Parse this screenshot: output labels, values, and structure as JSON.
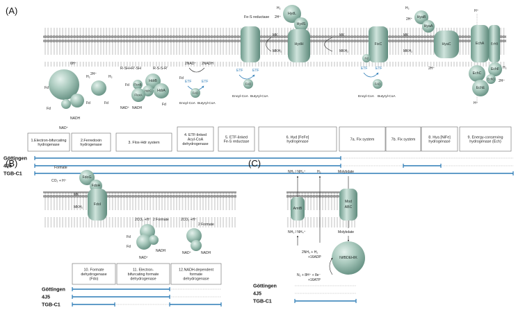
{
  "panels": {
    "a": {
      "label": "(A)",
      "boxes": [
        [
          "1.Electron-bifurcating",
          "hydrogenase"
        ],
        [
          "2.Ferredoxin",
          "hydrogenase"
        ],
        [
          "3. Flox-Hdr system"
        ],
        [
          "4. ETF-linked",
          "Acyl-CoA",
          "dehydrogenase"
        ],
        [
          "5. ETF-linked",
          "Fe-S reductase"
        ],
        [
          "6. Hyd [FeFe]",
          "hydrogenase"
        ],
        [
          "7a. Fix system"
        ],
        [
          "7b. Fix system"
        ],
        [
          "8. Hya [NiFe]",
          "hydrogenase"
        ],
        [
          "9. Energy-conserving",
          "hydrogenase (Ech)"
        ]
      ],
      "strains": [
        "Göttingen",
        "4J5",
        "TGB-C1"
      ],
      "texts": {
        "fes_reductase": "Fe-S reductase",
        "mk": "MK",
        "mkh2": "MKH₂",
        "h2": "H₂",
        "twoH": "2H⁺",
        "sixH": "6H⁺",
        "nadh": "NADH",
        "nadp": "NAD⁺",
        "fdred": "Fd",
        "fdsub_red": "red",
        "fdsub_ox": "ox",
        "rsh": "R-SH+R'-SH",
        "rssr": "R-S-S-R'",
        "twonad": "2NAD⁺",
        "twonadh": "2NADH",
        "enoyl": "Enoyl-CoA",
        "butyryl": "Butyryl-CoA",
        "etf": "ETF",
        "fad": "FAD",
        "hplus": "H⁺",
        "twoHb": "2H⁺"
      },
      "proteins": [
        "HydL",
        "HydS",
        "HydH",
        "FixC",
        "HyaB",
        "HyaA",
        "HyaC",
        "EchA",
        "EchB",
        "EchC",
        "EchF",
        "EchD",
        "EchE",
        "HdrB",
        "HdrA",
        "HdrC",
        "FloxA",
        "FloxB",
        "FloxC",
        "Fd"
      ]
    },
    "b": {
      "label": "(B)",
      "boxes": [
        [
          "10. Formate",
          "dehydrogenase",
          "(Fdo)"
        ],
        [
          "11. Electron-",
          "bifurcating formate",
          "dehydrogenase"
        ],
        [
          "12.NADH-dependent",
          "formate",
          "dehydrogenase"
        ]
      ],
      "strains": [
        "Göttingen",
        "4J5",
        "TGB-C1"
      ],
      "texts": {
        "formate": "Formate",
        "co2h": "CO₂ + H⁺",
        "twoco2": "2CO₂ +H⁺",
        "twoformate": "2 Formate",
        "mk": "MK",
        "mkh2": "MKH₂",
        "nadh": "NADH",
        "nadp": "NAD⁺",
        "fd": "Fd"
      },
      "proteins": [
        "FdoG",
        "FdoH",
        "FdoI"
      ]
    },
    "c": {
      "label": "(C)",
      "strains": [
        "Göttingen",
        "4J5",
        "TGB-C1"
      ],
      "texts": {
        "nh3": "NH₃ / NH₄⁺",
        "h2": "H₂",
        "molybdate": "Molybdate",
        "amtb": "AmtB",
        "mod1": "Mod",
        "mod2": "ABC",
        "nif": "NifBDEHIK",
        "eq1": "2NH₃ + H₂",
        "eq2": "+16ADP",
        "eq3": "N₂ + 8H⁺ + 8e⁻",
        "eq4": "+16ATP"
      }
    }
  }
}
